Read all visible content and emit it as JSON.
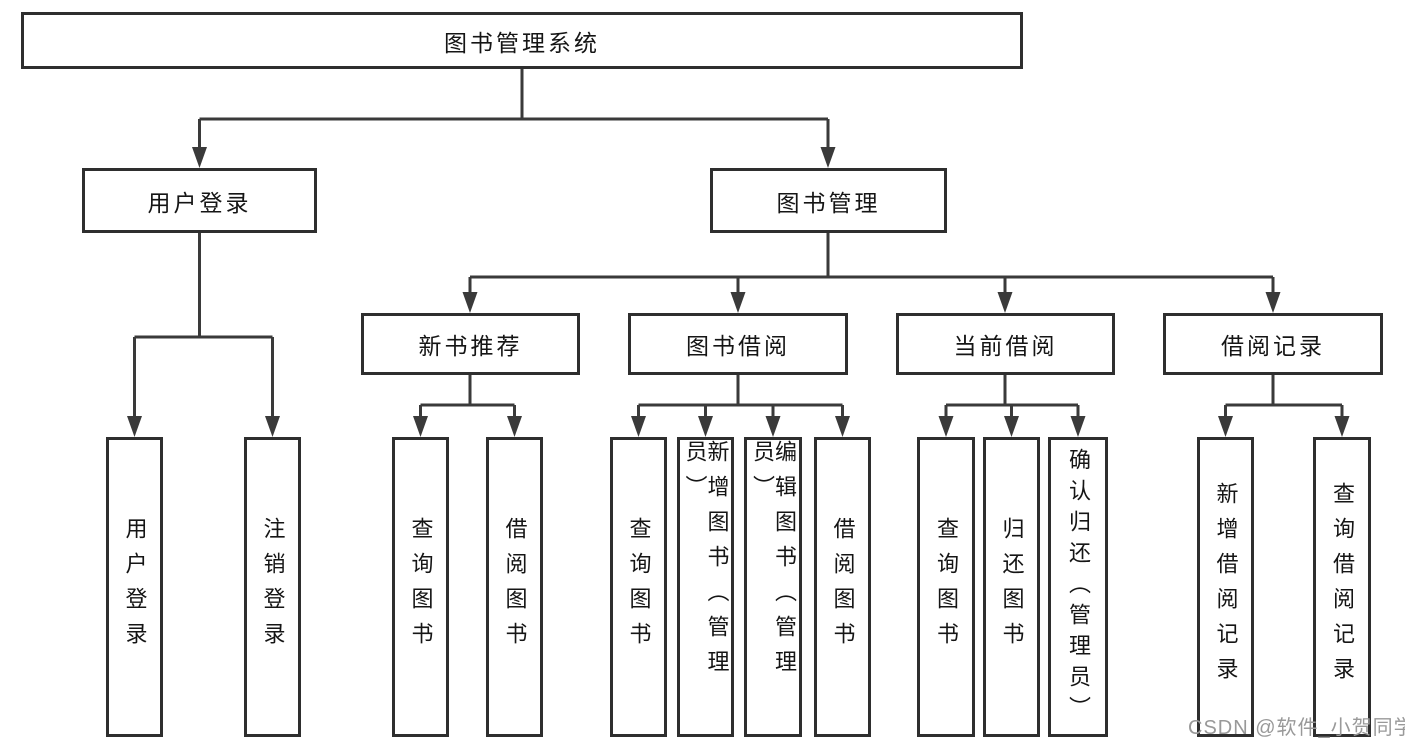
{
  "tree": {
    "label": "图书管理系统",
    "children": [
      {
        "label": "用户登录",
        "children": [
          {
            "label": "用户登录"
          },
          {
            "label": "注销登录"
          }
        ]
      },
      {
        "label": "图书管理",
        "children": [
          {
            "label": "新书推荐",
            "children": [
              {
                "label": "查询图书"
              },
              {
                "label": "借阅图书"
              }
            ]
          },
          {
            "label": "图书借阅",
            "children": [
              {
                "label": "查询图书"
              },
              {
                "label": "新增图书（管理员）"
              },
              {
                "label": "编辑图书（管理员）"
              },
              {
                "label": "借阅图书"
              }
            ]
          },
          {
            "label": "当前借阅",
            "children": [
              {
                "label": "查询图书"
              },
              {
                "label": "归还图书"
              },
              {
                "label": "确认归还（管理员）"
              }
            ]
          },
          {
            "label": "借阅记录",
            "children": [
              {
                "label": "新增借阅记录"
              },
              {
                "label": "查询借阅记录"
              }
            ]
          }
        ]
      }
    ]
  },
  "watermark": "CSDN @软件_小贺同学",
  "colors": {
    "box_border": "#2e2e2e",
    "connector_line": "#3a3a3a",
    "text": "#151515",
    "watermark": "#999999",
    "background": "#ffffff"
  }
}
